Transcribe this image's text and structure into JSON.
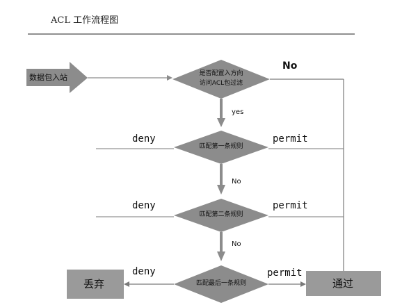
{
  "title": "ACL 工作流程图",
  "start": {
    "label": "数据包入站"
  },
  "decisions": [
    {
      "line1": "是否配置入方向",
      "line2": "访问ACL包过滤"
    },
    {
      "line1": "匹配第一条规则"
    },
    {
      "line1": "匹配第二条规则"
    },
    {
      "line1": "匹配最后一条规则"
    }
  ],
  "edge_labels": {
    "no_top": "No",
    "yes": "yes",
    "deny": "deny",
    "permit": "permit",
    "no_small": "No"
  },
  "end_nodes": {
    "drop": "丢弃",
    "pass": "通过"
  },
  "colors": {
    "diamond": "#8c8c8c",
    "arrow": "#8c8c8c",
    "box": "#9a9a9a",
    "line": "#7a7a7a"
  }
}
